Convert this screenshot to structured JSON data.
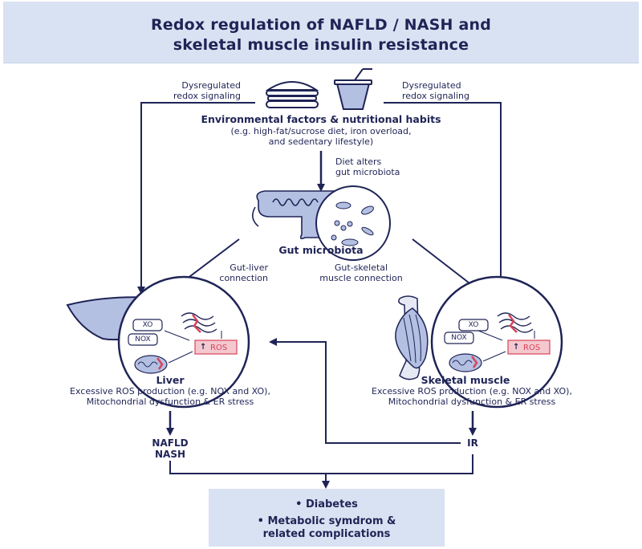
{
  "title": {
    "line1": "Redox regulation of NAFLD / NASH and",
    "line2": "skeletal muscle insulin resistance"
  },
  "side_labels": {
    "left_line1": "Dysregulated",
    "left_line2": "redox signaling",
    "right_line1": "Dysregulated",
    "right_line2": "redox signaling"
  },
  "env": {
    "heading": "Environmental factors & nutritional habits",
    "line1": "(e.g. high-fat/sucrose diet, iron overload,",
    "line2": "and sedentary lifestyle)"
  },
  "diet": {
    "line1": "Diet alters",
    "line2": "gut microbiota"
  },
  "gut": {
    "label": "Gut microbiota"
  },
  "connections": {
    "liver_line1": "Gut-liver",
    "liver_line2": "connection",
    "muscle_line1": "Gut-skeletal",
    "muscle_line2": "muscle connection"
  },
  "cell": {
    "xo": "XO",
    "nox": "NOX",
    "ros": "ROS",
    "up_arrow": "↑"
  },
  "liver": {
    "heading": "Liver",
    "line1": "Excessive ROS production (e.g. NOX and XO),",
    "line2": "Mitochondrial dysfunction & ER stress"
  },
  "muscle": {
    "heading": "Skeletal muscle",
    "line1": "Excessive ROS production (e.g. NOX and XO),",
    "line2": "Mitochondrial dysfunction & ER stress"
  },
  "outcomes": {
    "nafld": "NAFLD",
    "nash": "NASH",
    "ir": "IR"
  },
  "result": {
    "item1": "• Diabetes",
    "item2_line1": "• Metabolic symdrom &",
    "item2_line2": "related complications"
  },
  "colors": {
    "navy": "#1f2456",
    "light_blue": "#d9e2f2",
    "organ_blue": "#b4c0e2",
    "ros_pink": "#f4c8cf",
    "ros_red": "#d9435a"
  }
}
